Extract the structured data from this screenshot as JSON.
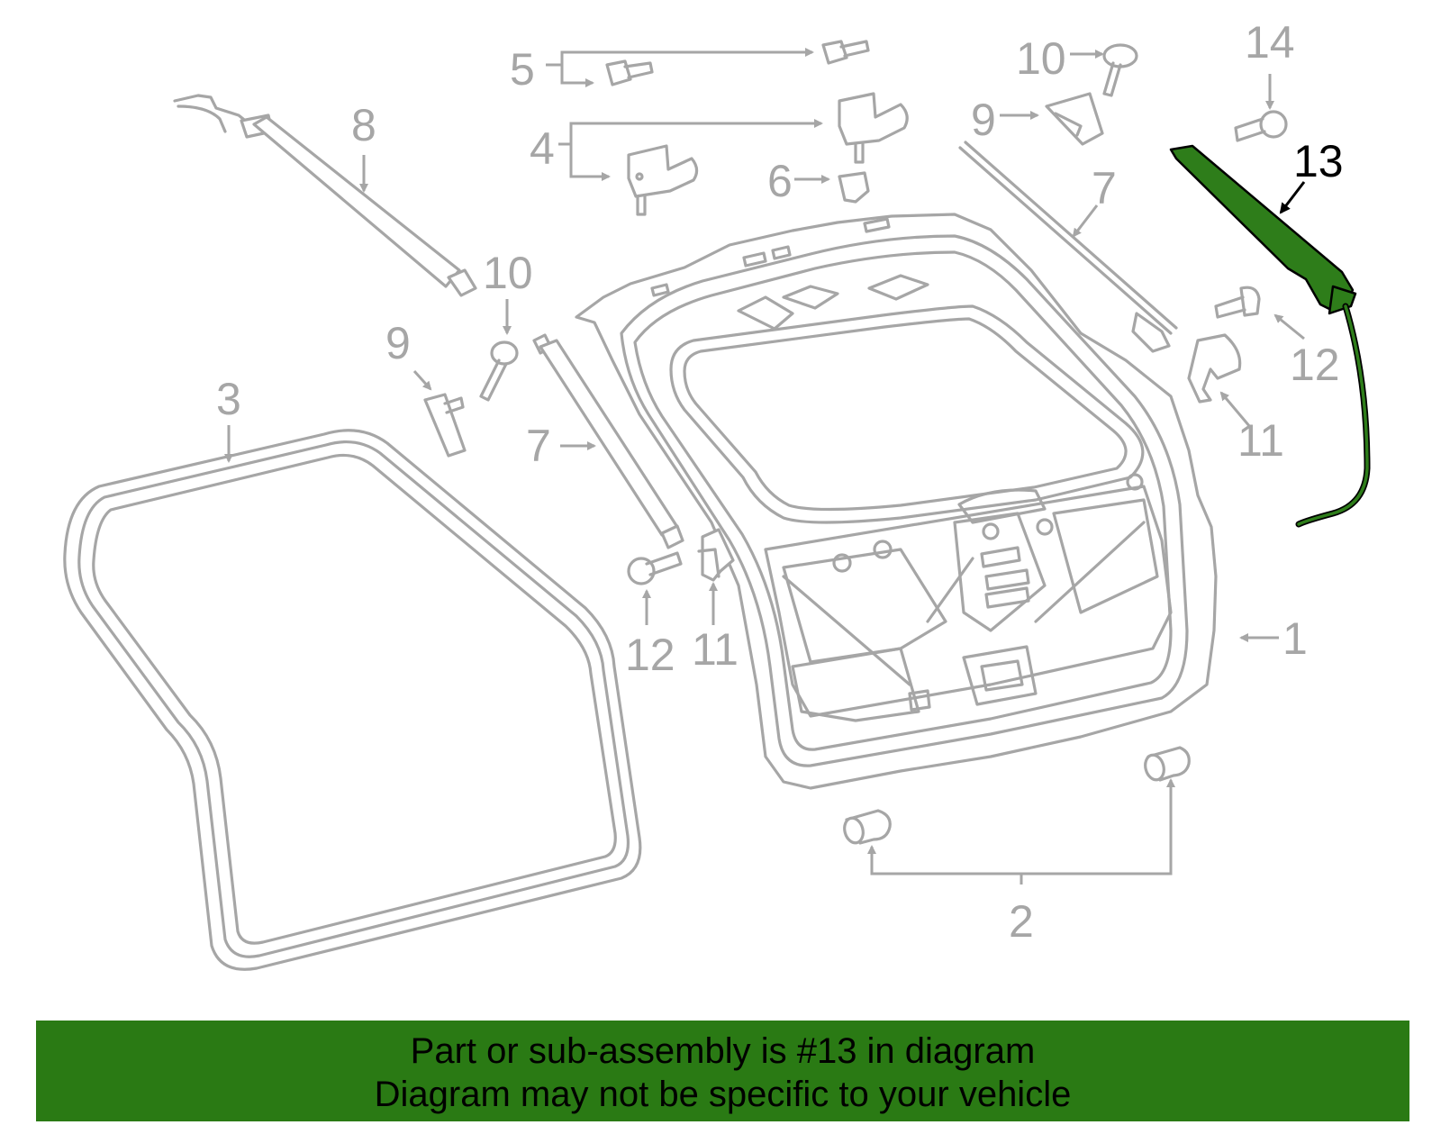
{
  "diagram": {
    "callouts": {
      "c1": "1",
      "c2": "2",
      "c3": "3",
      "c4": "4",
      "c5": "5",
      "c6": "6",
      "c7a": "7",
      "c7b": "7",
      "c8": "8",
      "c9a": "9",
      "c9b": "9",
      "c10a": "10",
      "c10b": "10",
      "c11a": "11",
      "c11b": "11",
      "c12a": "12",
      "c12b": "12",
      "c13": "13",
      "c14": "14"
    },
    "highlighted_part": "13",
    "colors": {
      "part_outline": "#a6a6a6",
      "highlight_fill": "#2e7d1a",
      "banner_background": "#2a7a14",
      "banner_text": "#000000"
    }
  },
  "banner": {
    "line1": "Part or sub-assembly is #13 in diagram",
    "line2": "Diagram may not be specific to your vehicle"
  }
}
